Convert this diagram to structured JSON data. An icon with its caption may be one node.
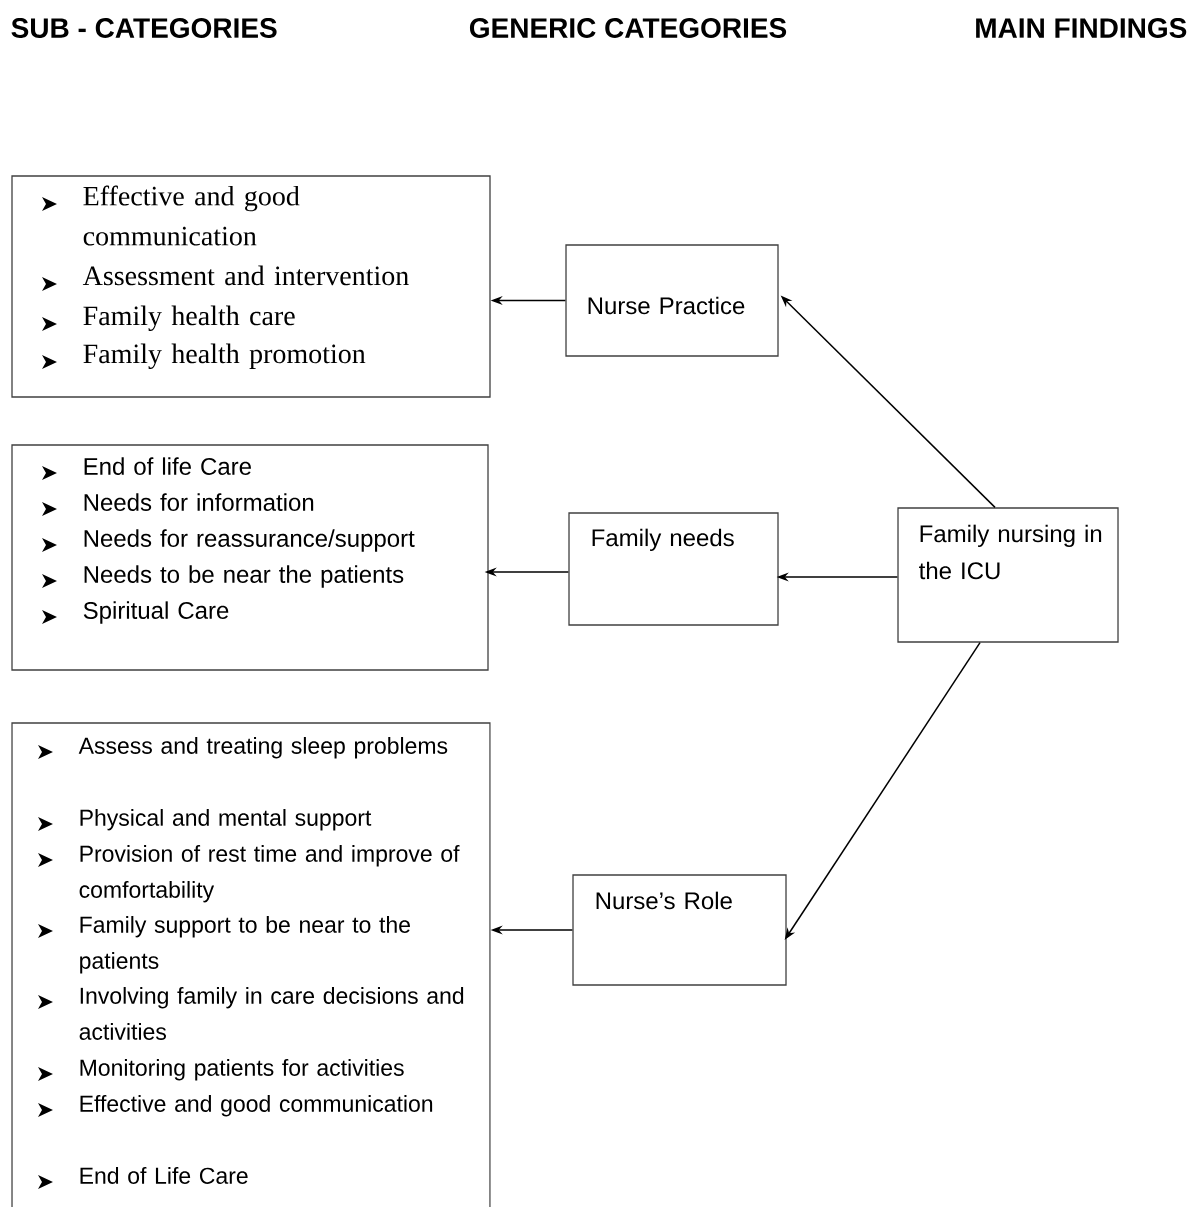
{
  "diagram": {
    "nodes": [
      {
        "text": [
          "Effective and good communication",
          "Assessment and intervention",
          "Family health care",
          "Family health promotion"
        ]
      },
      {
        "text": [
          "Nurse Practice"
        ]
      },
      {
        "text": [
          "End of life Care",
          "Needs for information",
          "Needs for reassurance/support",
          "Needs to be near the patients",
          "Spiritual Care"
        ]
      },
      {
        "text": [
          "Family needs"
        ]
      },
      {
        "text": [
          "Family nursing in the ICU"
        ]
      },
      {
        "text": [
          "Assess and treating sleep problems",
          "Physical and mental support",
          "Provision of rest time and improve of comfortability",
          "Family support to be near to the patients",
          "Involving family in care decisions and activities",
          "Monitoring patients for activities",
          "Effective and good communication",
          "End of Life Care"
        ]
      },
      {
        "text": [
          "Nurse’s Role"
        ]
      }
    ],
    "edges": [
      {
        "from": 1,
        "to": 0,
        "arrow": "to"
      },
      {
        "from": 4,
        "to": 1,
        "arrow": "to"
      },
      {
        "from": 3,
        "to": 2,
        "arrow": "to"
      },
      {
        "from": 4,
        "to": 3,
        "arrow": "to"
      },
      {
        "from": 6,
        "to": 5,
        "arrow": "to"
      },
      {
        "from": 4,
        "to": 6,
        "arrow": "to"
      }
    ],
    "labels": [
      "SUB - CATEGORIES",
      "GENERIC CATEGORIES",
      "MAIN FINDINGS"
    ]
  }
}
